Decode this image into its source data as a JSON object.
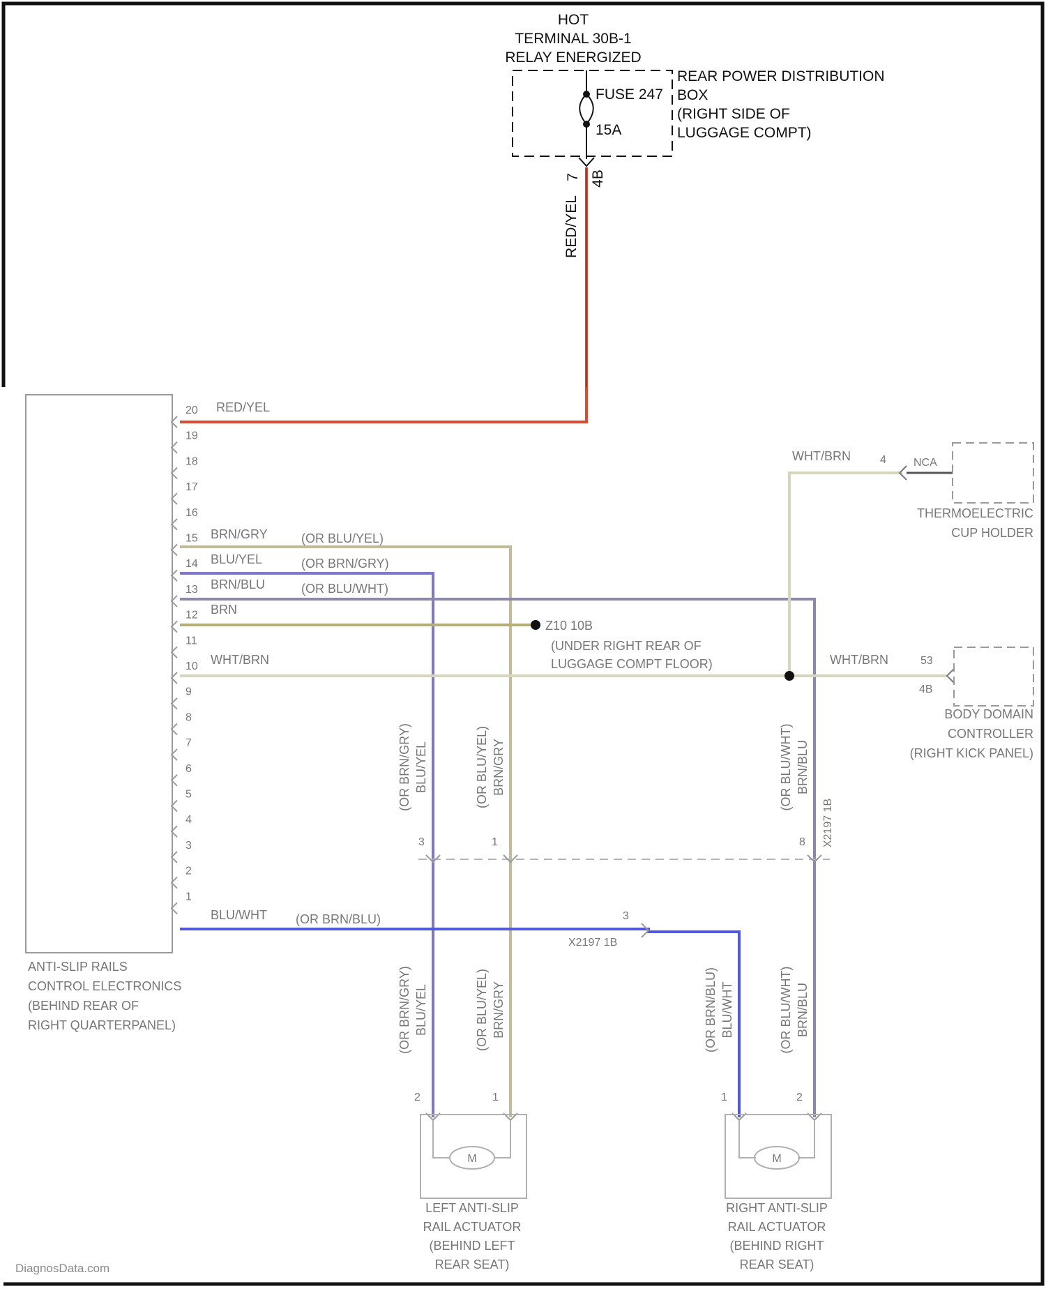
{
  "colors": {
    "red_yel": "#e8472c",
    "brn_gry": "#c3bb97",
    "blu_yel": "#7d76d6",
    "brn_blu": "#8a87b0",
    "brn": "#b8ad73",
    "wht_brn": "#d7d6bc",
    "blu_wht": "#4f58e6",
    "frame": "#111111",
    "faded": "#9a9a9a"
  },
  "power": {
    "hot": "HOT",
    "terminal": "TERMINAL 30B-1",
    "relay": "RELAY ENERGIZED",
    "box_line1": "REAR POWER DISTRIBUTION",
    "box_line2": "BOX",
    "box_line3": "(RIGHT SIDE OF",
    "box_line4": "LUGGAGE COMPT)",
    "fuse": "FUSE 247",
    "amps": "15A",
    "pin": "7",
    "connector": "4B",
    "wire": "RED/YEL"
  },
  "control": {
    "pins": [
      "20",
      "19",
      "18",
      "17",
      "16",
      "15",
      "14",
      "13",
      "12",
      "11",
      "10",
      "9",
      "8",
      "7",
      "6",
      "5",
      "4",
      "3",
      "2",
      "1"
    ],
    "label_lines": [
      "ANTI-SLIP RAILS",
      "CONTROL ELECTRONICS",
      "(BEHIND REAR OF",
      "RIGHT QUARTERPANEL)"
    ]
  },
  "wires": {
    "w20": "RED/YEL",
    "w15": "BRN/GRY",
    "w15_alt": "(OR BLU/YEL)",
    "w14": "BLU/YEL",
    "w14_alt": "(OR BRN/GRY)",
    "w13": "BRN/BLU",
    "w13_alt": "(OR BLU/WHT)",
    "w12": "BRN",
    "w11": "WHT/BRN",
    "w1": "BLU/WHT",
    "w1_alt": "(OR BRN/BLU)"
  },
  "ground": {
    "name": "Z10 10B",
    "lines": [
      "(UNDER RIGHT REAR OF",
      "LUGGAGE COMPT FLOOR)"
    ]
  },
  "cup_holder": {
    "wire": "WHT/BRN",
    "pin": "4",
    "connector": "NCA",
    "lines": [
      "THERMOELECTRIC",
      "CUP HOLDER"
    ]
  },
  "bdc": {
    "wire": "WHT/BRN",
    "pin": "53",
    "connector": "4B",
    "lines": [
      "BODY DOMAIN",
      "CONTROLLER",
      "(RIGHT KICK PANEL)"
    ]
  },
  "connector_x2197": {
    "name": "X2197 1B",
    "pin_a": "3",
    "pin_b": "1",
    "pin_c": "8",
    "right_label": "X2197 1B"
  },
  "vertical_labels": {
    "left_a_top": [
      "(OR BRN/GRY)",
      "BLU/YEL"
    ],
    "left_b_top": [
      "(OR BLU/YEL)",
      "BRN/GRY"
    ],
    "right_top": [
      "(OR BLU/WHT)",
      "BRN/BLU"
    ],
    "left_a_bot": [
      "(OR BRN/GRY)",
      "BLU/YEL"
    ],
    "left_b_bot": [
      "(OR BLU/YEL)",
      "BRN/GRY"
    ],
    "right_a_bot": [
      "(OR BRN/BLU)",
      "BLU/WHT"
    ],
    "right_b_bot": [
      "(OR BLU/WHT)",
      "BRN/BLU"
    ]
  },
  "actuator_left": {
    "pin_a": "2",
    "pin_b": "1",
    "motor": "M",
    "lines": [
      "LEFT ANTI-SLIP",
      "RAIL ACTUATOR",
      "(BEHIND LEFT",
      "REAR SEAT)"
    ]
  },
  "actuator_right": {
    "pin_a": "1",
    "pin_b": "2",
    "motor": "M",
    "lines": [
      "RIGHT ANTI-SLIP",
      "RAIL ACTUATOR",
      "(BEHIND RIGHT",
      "REAR SEAT)"
    ]
  },
  "footer": "DiagnosData.com"
}
